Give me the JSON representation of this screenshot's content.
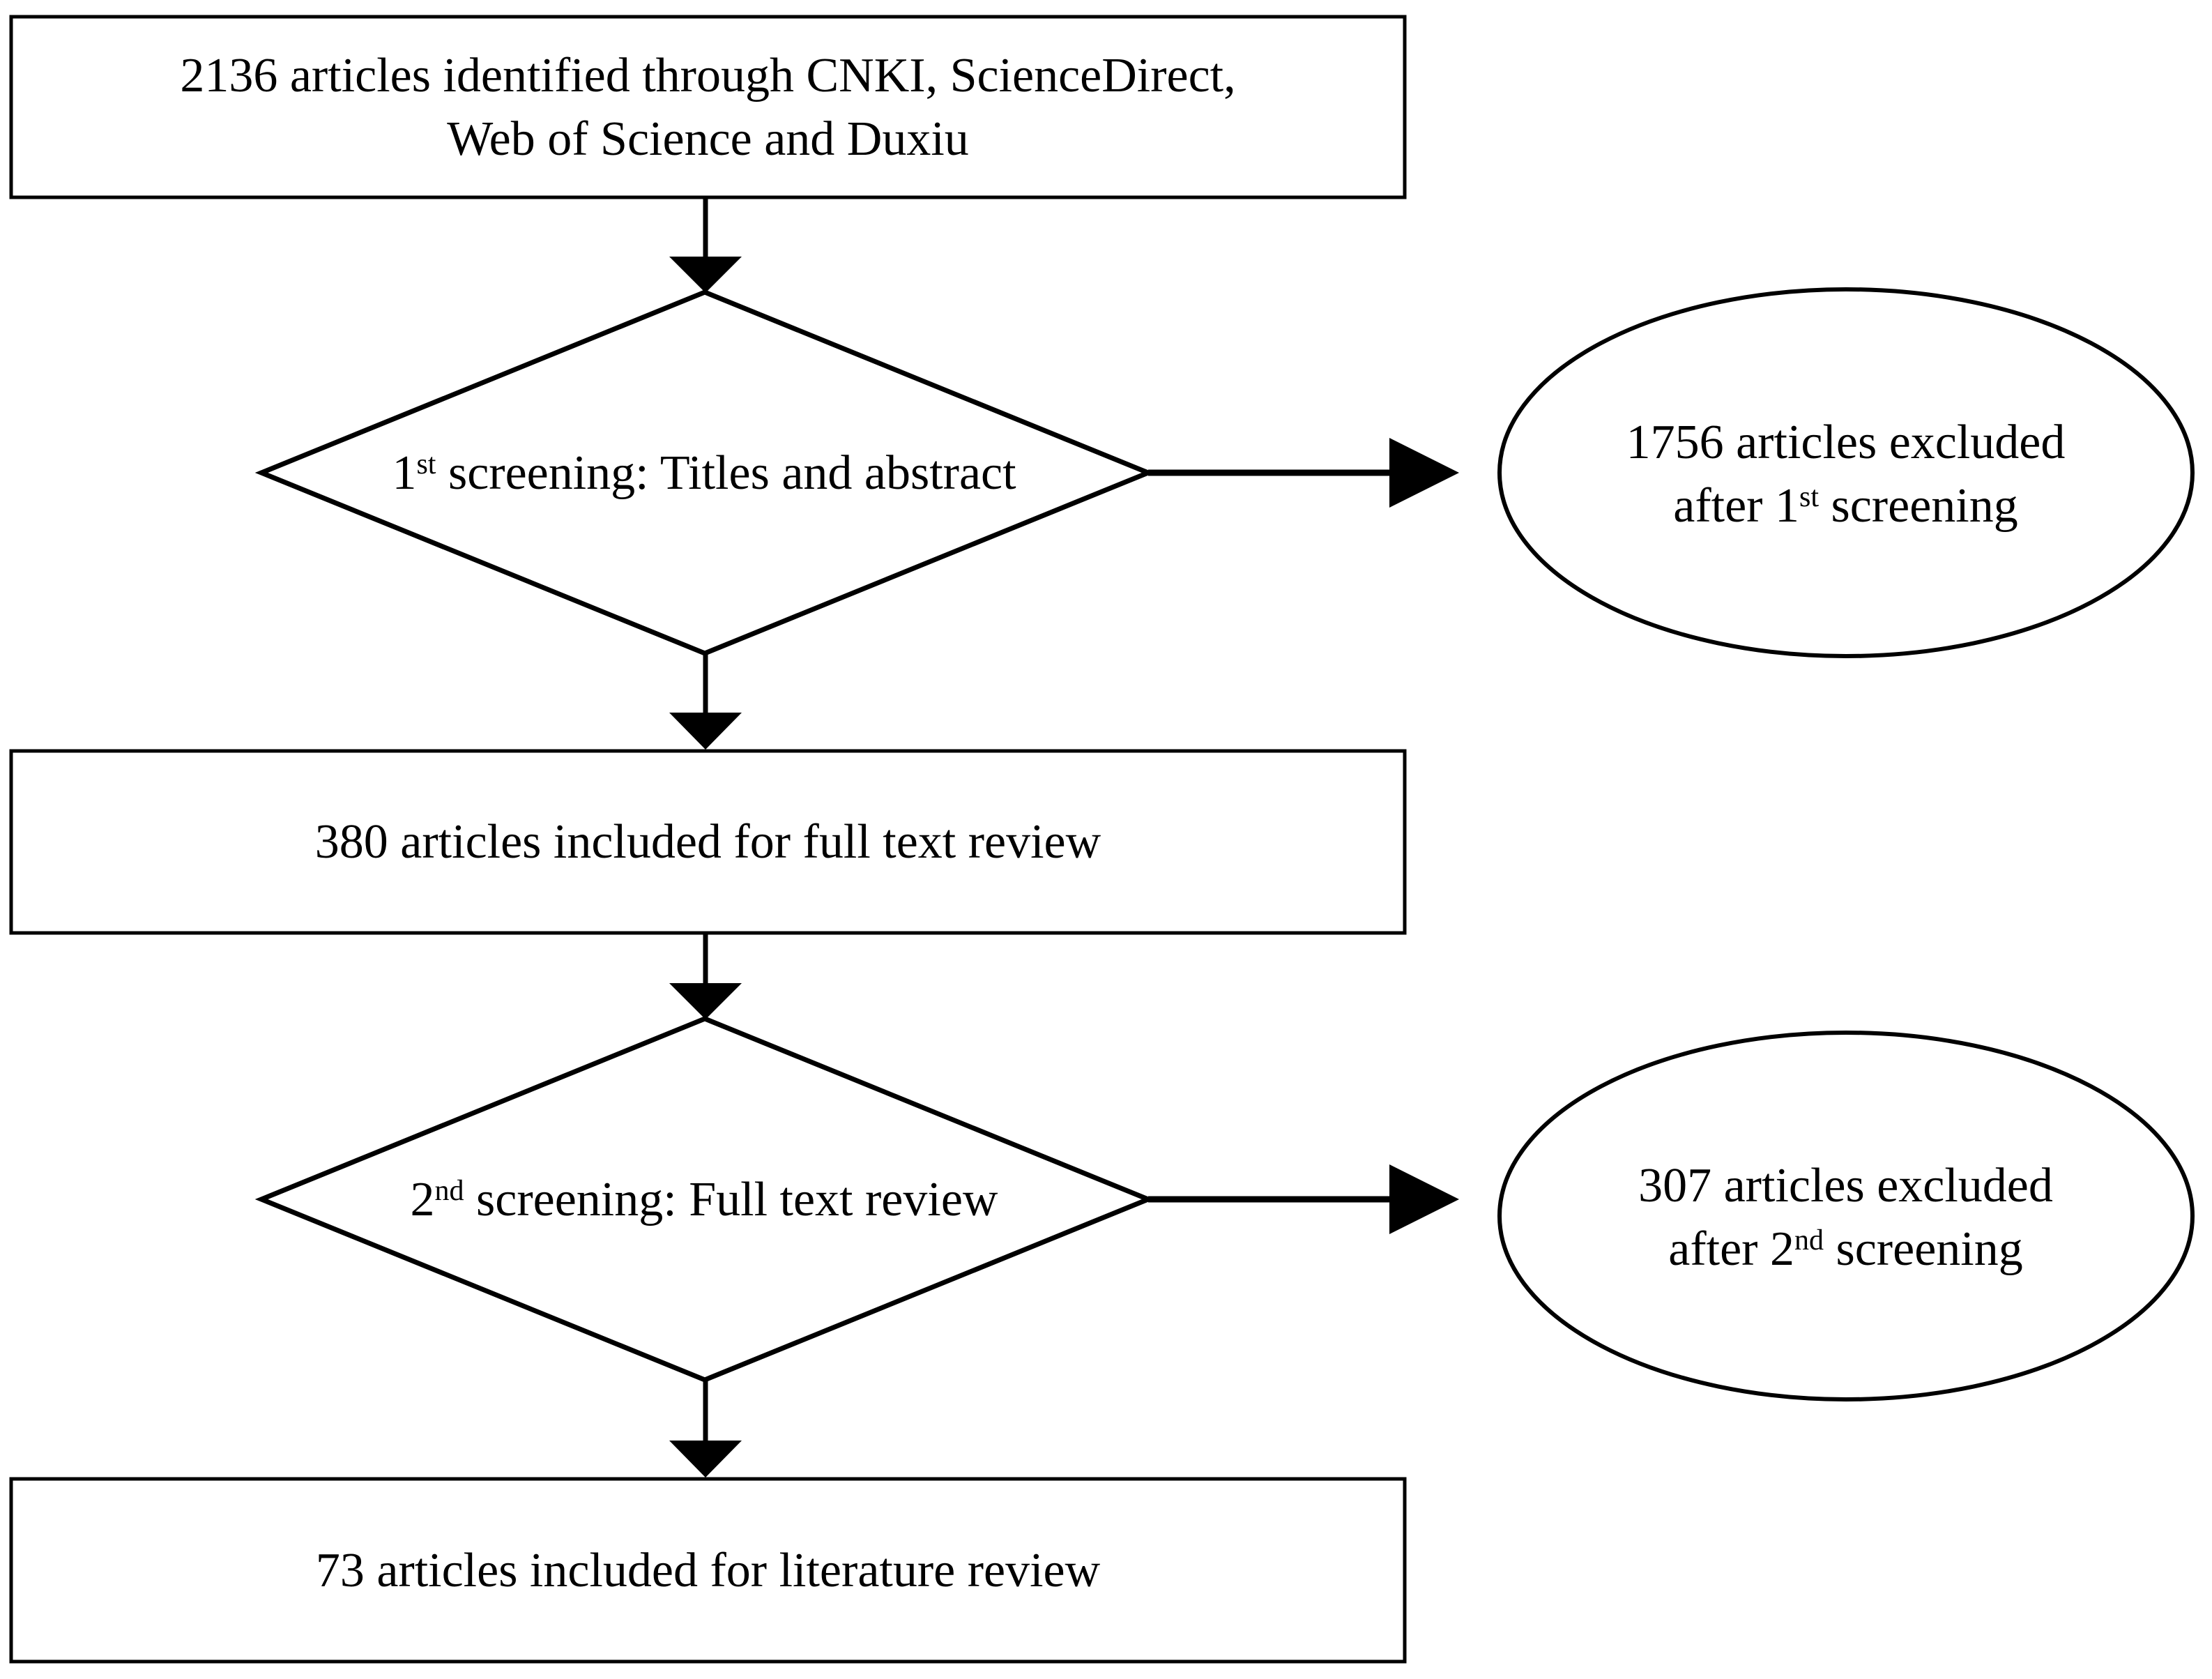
{
  "diagram": {
    "title": "Literature screening flowchart",
    "type": "flowchart",
    "stroke_color": "#000000",
    "fill_color": "#ffffff",
    "text_color": "#000000"
  },
  "nodes": {
    "box_identified": {
      "shape": "rectangle",
      "line1": "2136 articles identified through CNKI, ScienceDirect,",
      "line2": "Web of Science and Duxiu",
      "count": 2136
    },
    "diamond_screening_1": {
      "shape": "diamond",
      "prefix": "1",
      "ordinal": "st",
      "suffix": " screening: Titles and abstract"
    },
    "ellipse_excluded_1": {
      "shape": "ellipse",
      "line1": "1756 articles excluded",
      "line2_prefix": "after 1",
      "line2_ordinal": "st",
      "line2_suffix": " screening",
      "count": 1756
    },
    "box_full_text": {
      "shape": "rectangle",
      "line1": "380 articles included for full text review",
      "count": 380
    },
    "diamond_screening_2": {
      "shape": "diamond",
      "prefix": "2",
      "ordinal": "nd",
      "suffix": " screening: Full text review"
    },
    "ellipse_excluded_2": {
      "shape": "ellipse",
      "line1": "307 articles excluded",
      "line2_prefix": "after 2",
      "line2_ordinal": "nd",
      "line2_suffix": " screening",
      "count": 307
    },
    "box_literature_review": {
      "shape": "rectangle",
      "line1": "73 articles included for literature review",
      "count": 73
    }
  },
  "edges": [
    {
      "from": "box_identified",
      "to": "diamond_screening_1",
      "direction": "down",
      "label": ""
    },
    {
      "from": "diamond_screening_1",
      "to": "ellipse_excluded_1",
      "direction": "right",
      "label": ""
    },
    {
      "from": "diamond_screening_1",
      "to": "box_full_text",
      "direction": "down",
      "label": ""
    },
    {
      "from": "box_full_text",
      "to": "diamond_screening_2",
      "direction": "down",
      "label": ""
    },
    {
      "from": "diamond_screening_2",
      "to": "ellipse_excluded_2",
      "direction": "right",
      "label": ""
    },
    {
      "from": "diamond_screening_2",
      "to": "box_literature_review",
      "direction": "down",
      "label": ""
    }
  ]
}
